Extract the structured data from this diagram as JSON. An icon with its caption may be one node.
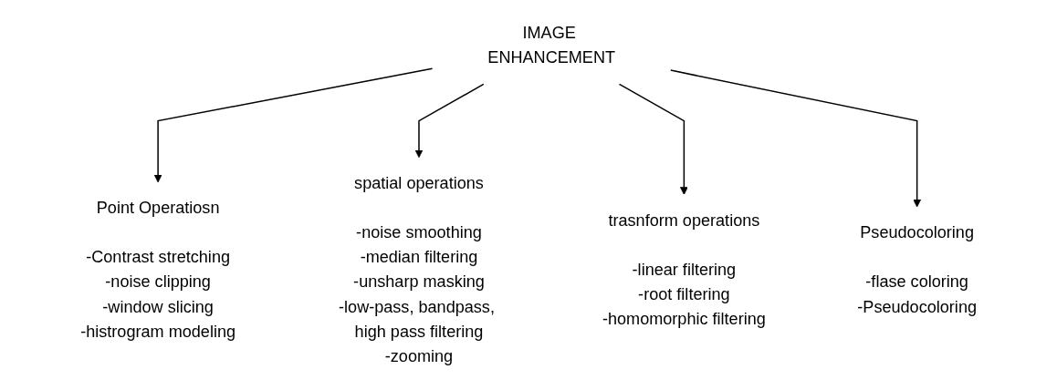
{
  "diagram": {
    "nodes": [
      {
        "text": [
          "IMAGE ENHANCEMENT"
        ]
      },
      {
        "text": [
          "Point Operatiosn"
        ],
        "beside": [
          "-Contrast stretching",
          "-noise clipping",
          "-window slicing",
          "-histrogram modeling"
        ]
      },
      {
        "text": [
          "spatial operations"
        ],
        "beside": [
          "-noise smoothing",
          "-median filtering",
          "-unsharp masking",
          "-low-pass, bandpass, high pass filtering",
          "-zooming"
        ]
      },
      {
        "text": [
          "trasnform operations"
        ],
        "beside": [
          "-linear filtering",
          "-root filtering",
          "-homomorphic filtering"
        ]
      },
      {
        "text": [
          "Pseudocoloring"
        ],
        "beside": [
          "-flase coloring",
          "-Pseudocoloring"
        ]
      }
    ],
    "edges": [
      {
        "from": 0,
        "to": 1,
        "arrow": "to"
      },
      {
        "from": 0,
        "to": 2,
        "arrow": "to"
      },
      {
        "from": 0,
        "to": 3,
        "arrow": "to"
      },
      {
        "from": 0,
        "to": 4,
        "arrow": "to"
      }
    ]
  }
}
